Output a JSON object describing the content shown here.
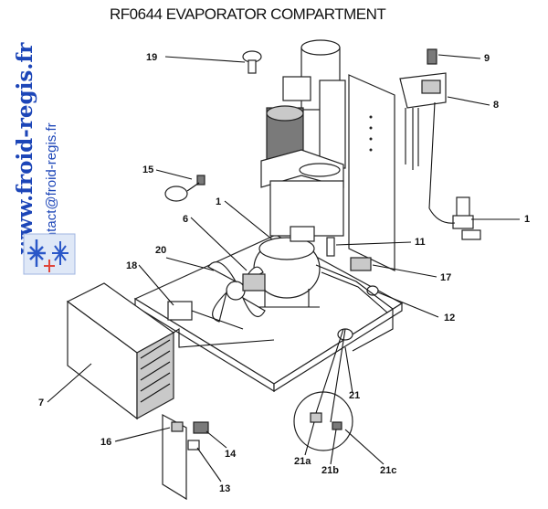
{
  "title": "RF0644 EVAPORATOR COMPARTMENT",
  "watermark": {
    "site": "www.froid-regis.fr",
    "contact": "contact@froid-regis.fr",
    "logo": "snowflake-logo"
  },
  "callouts": {
    "c19": "19",
    "c9": "9",
    "c8": "8",
    "c15": "15",
    "c1a": "1",
    "c1b": "1",
    "c6": "6",
    "c11": "11",
    "c20": "20",
    "c18": "18",
    "c17": "17",
    "c12": "12",
    "c7": "7",
    "c21": "21",
    "c16": "16",
    "c14": "14",
    "c21a": "21a",
    "c21b": "21b",
    "c21c": "21c",
    "c13": "13"
  },
  "colors": {
    "watermark_blue": "#1d46b8",
    "line": "#111111"
  }
}
